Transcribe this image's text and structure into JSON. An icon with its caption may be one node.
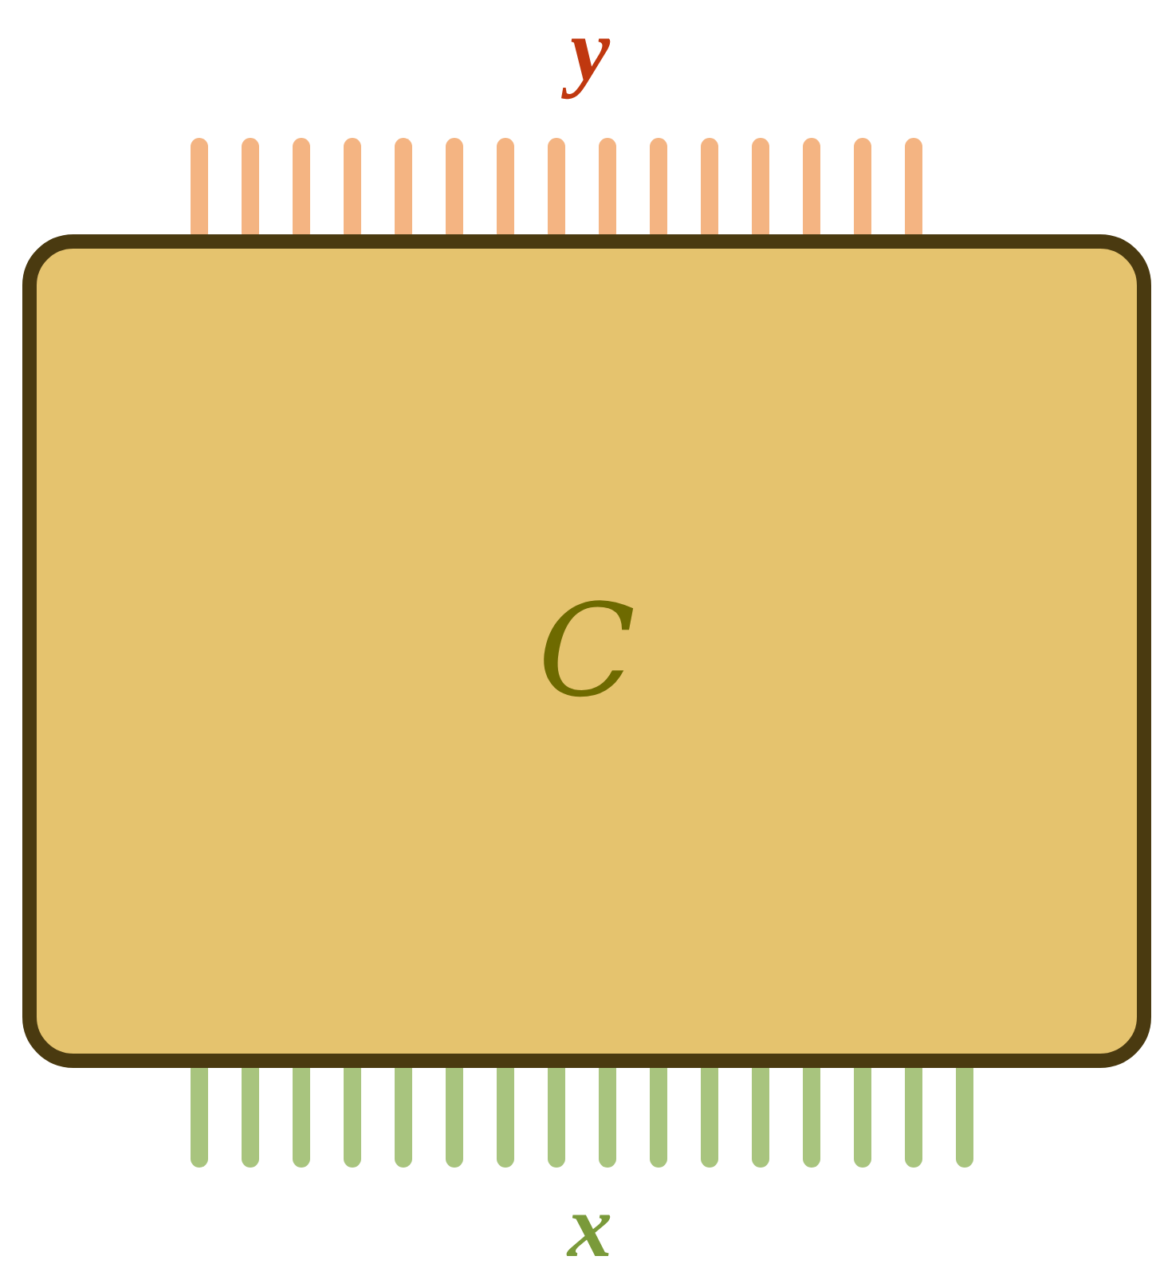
{
  "diagram": {
    "nodes": [
      {
        "text": [
          "C"
        ]
      }
    ],
    "labels": [
      "y",
      "x"
    ]
  }
}
